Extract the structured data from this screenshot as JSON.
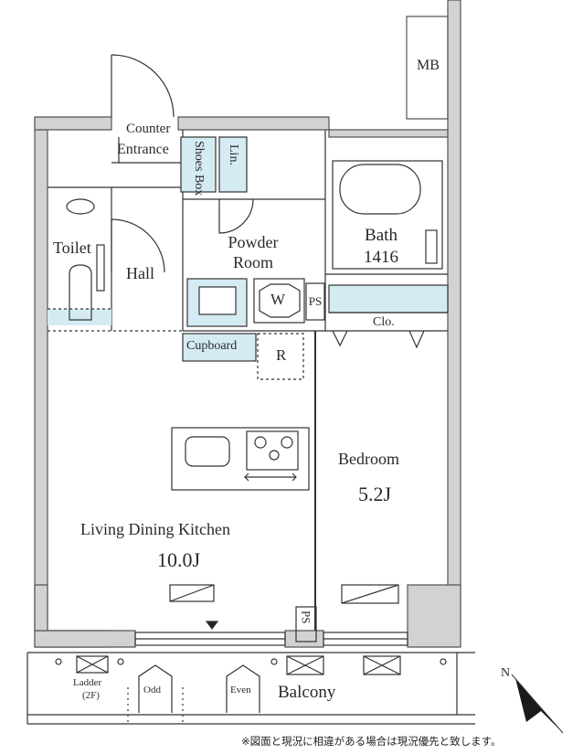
{
  "rooms": {
    "mb": "MB",
    "counter": "Counter",
    "entrance": "Entrance",
    "shoes_box": "Shoes Box",
    "lin": "Lin.",
    "toilet": "Toilet",
    "hall": "Hall",
    "powder_room_line1": "Powder",
    "powder_room_line2": "Room",
    "bath": "Bath",
    "bath_size": "1416",
    "washer": "W",
    "ps_upper": "PS",
    "clo": "Clo.",
    "cupboard": "Cupboard",
    "refrigerator": "R",
    "bedroom": "Bedroom",
    "bedroom_size": "5.2J",
    "ldk": "Living Dining Kitchen",
    "ldk_size": "10.0J",
    "ps_lower": "PS",
    "ladder": "Ladder",
    "ladder_floor": "(2F)",
    "odd": "Odd",
    "even": "Even",
    "balcony": "Balcony"
  },
  "compass": {
    "label": "N"
  },
  "footer_note": "※図面と現況に相違がある場合は現況優先と致します。",
  "colors": {
    "wall": "#d2d2d2",
    "storage": "#d5ebf4",
    "line": "#333333"
  }
}
